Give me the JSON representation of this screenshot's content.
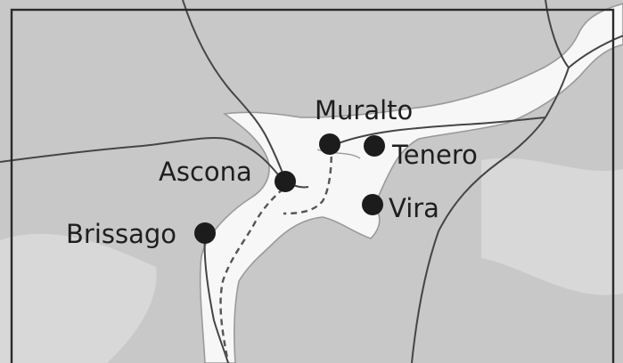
{
  "colors": {
    "land": "#c8c8c8",
    "water": "#f7f7f7",
    "shore": "#9a9a9a",
    "road": "#454545",
    "route": "#555555",
    "marker": "#1c1c1c",
    "border": "#2a2a2a"
  },
  "towns": [
    {
      "id": "muralto",
      "label": "Muralto"
    },
    {
      "id": "tenero",
      "label": "Tenero"
    },
    {
      "id": "ascona",
      "label": "Ascona"
    },
    {
      "id": "vira",
      "label": "Vira"
    },
    {
      "id": "brissago",
      "label": "Brissago"
    }
  ]
}
